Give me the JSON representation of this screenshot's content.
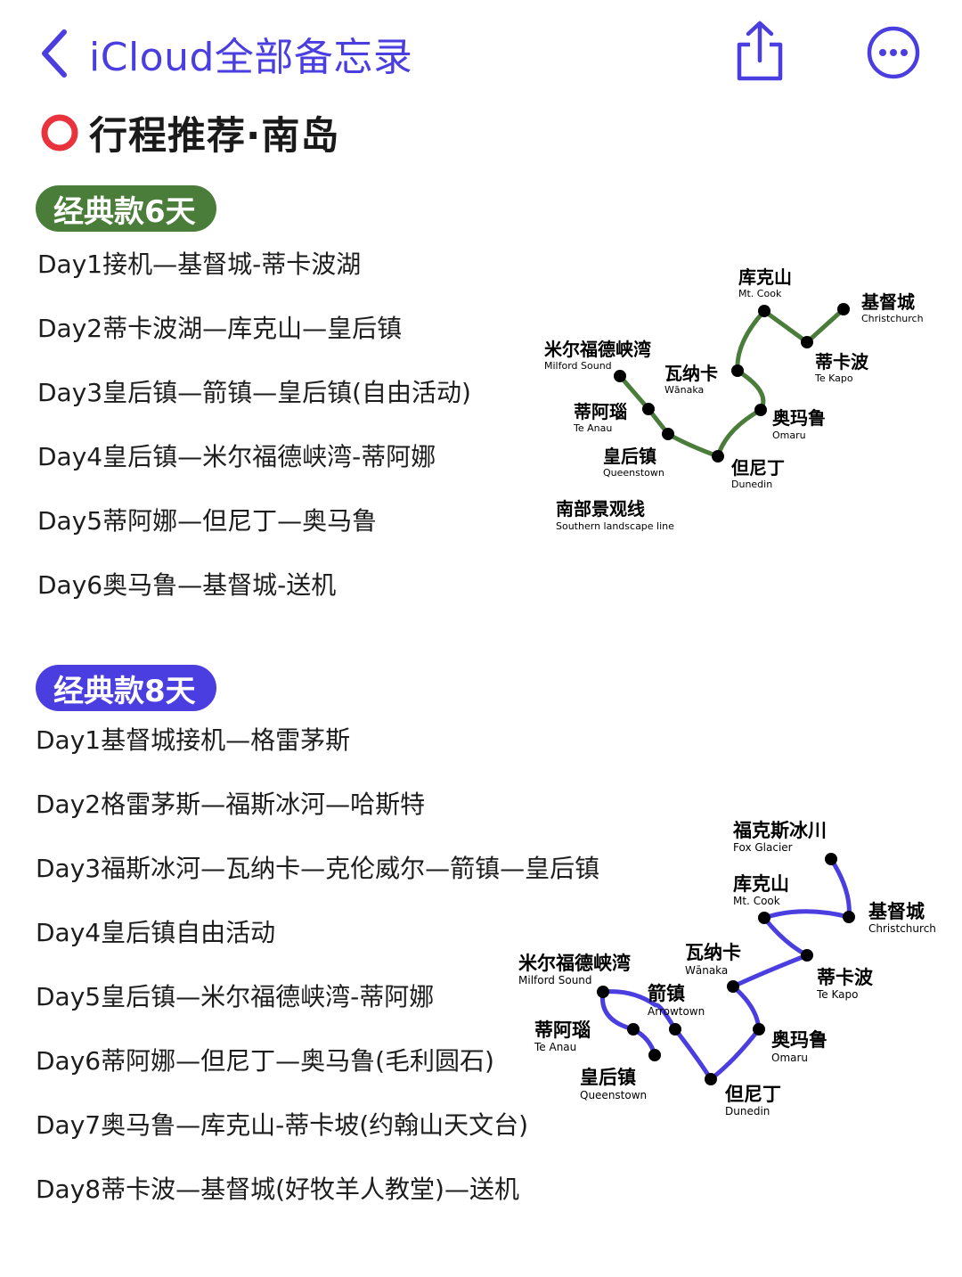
{
  "nav": {
    "back_label": "iCloud全部备忘录",
    "back_icon": "chevron-left-icon",
    "share_icon": "share-icon",
    "more_icon": "more-icon",
    "accent": "#4b3ee0"
  },
  "note": {
    "title": "行程推荐·南岛",
    "title_icon": "red-circle-icon"
  },
  "plan6": {
    "badge": "经典款6天",
    "color": "#4a7c3a",
    "days": [
      "Day1接机—基督城-蒂卡波湖",
      "Day2蒂卡波湖—库克山—皇后镇",
      "Day3皇后镇—箭镇—皇后镇(自由活动)",
      "Day4皇后镇—米尔福德峡湾-蒂阿娜",
      "Day5蒂阿娜—但尼丁—奥马鲁",
      "Day6奥马鲁—基督城-送机"
    ],
    "map": {
      "stations": [
        {
          "cn": "库克山",
          "en": "Mt. Cook"
        },
        {
          "cn": "基督城",
          "en": "Christchurch"
        },
        {
          "cn": "米尔福德峡湾",
          "en": "Milford Sound"
        },
        {
          "cn": "瓦纳卡",
          "en": "Wānaka"
        },
        {
          "cn": "蒂卡波",
          "en": "Te Kapo"
        },
        {
          "cn": "蒂阿瑙",
          "en": "Te Anau"
        },
        {
          "cn": "奥玛鲁",
          "en": "Omaru"
        },
        {
          "cn": "皇后镇",
          "en": "Queenstown"
        },
        {
          "cn": "但尼丁",
          "en": "Dunedin"
        }
      ],
      "line_cn": "南部景观线",
      "line_en": "Southern landscape line"
    }
  },
  "plan8": {
    "badge": "经典款8天",
    "color": "#4b3ee0",
    "days": [
      "Day1基督城接机—格雷茅斯",
      "Day2格雷茅斯—福斯冰河—哈斯特",
      "Day3福斯冰河—瓦纳卡—克伦威尔—箭镇—皇后镇",
      "Day4皇后镇自由活动",
      "Day5皇后镇—米尔福德峡湾-蒂阿娜",
      "Day6蒂阿娜—但尼丁—奥马鲁(毛利圆石)",
      "Day7奥马鲁—库克山-蒂卡坡(约翰山天文台)",
      "Day8蒂卡波—基督城(好牧羊人教堂)—送机"
    ],
    "map": {
      "stations": [
        {
          "cn": "福克斯冰川",
          "en": "Fox Glacier"
        },
        {
          "cn": "库克山",
          "en": "Mt. Cook"
        },
        {
          "cn": "基督城",
          "en": "Christchurch"
        },
        {
          "cn": "瓦纳卡",
          "en": "Wānaka"
        },
        {
          "cn": "米尔福德峡湾",
          "en": "Milford Sound"
        },
        {
          "cn": "箭镇",
          "en": "Arrowtown"
        },
        {
          "cn": "蒂卡波",
          "en": "Te Kapo"
        },
        {
          "cn": "蒂阿瑙",
          "en": "Te Anau"
        },
        {
          "cn": "奥玛鲁",
          "en": "Omaru"
        },
        {
          "cn": "皇后镇",
          "en": "Queenstown"
        },
        {
          "cn": "但尼丁",
          "en": "Dunedin"
        }
      ]
    }
  }
}
